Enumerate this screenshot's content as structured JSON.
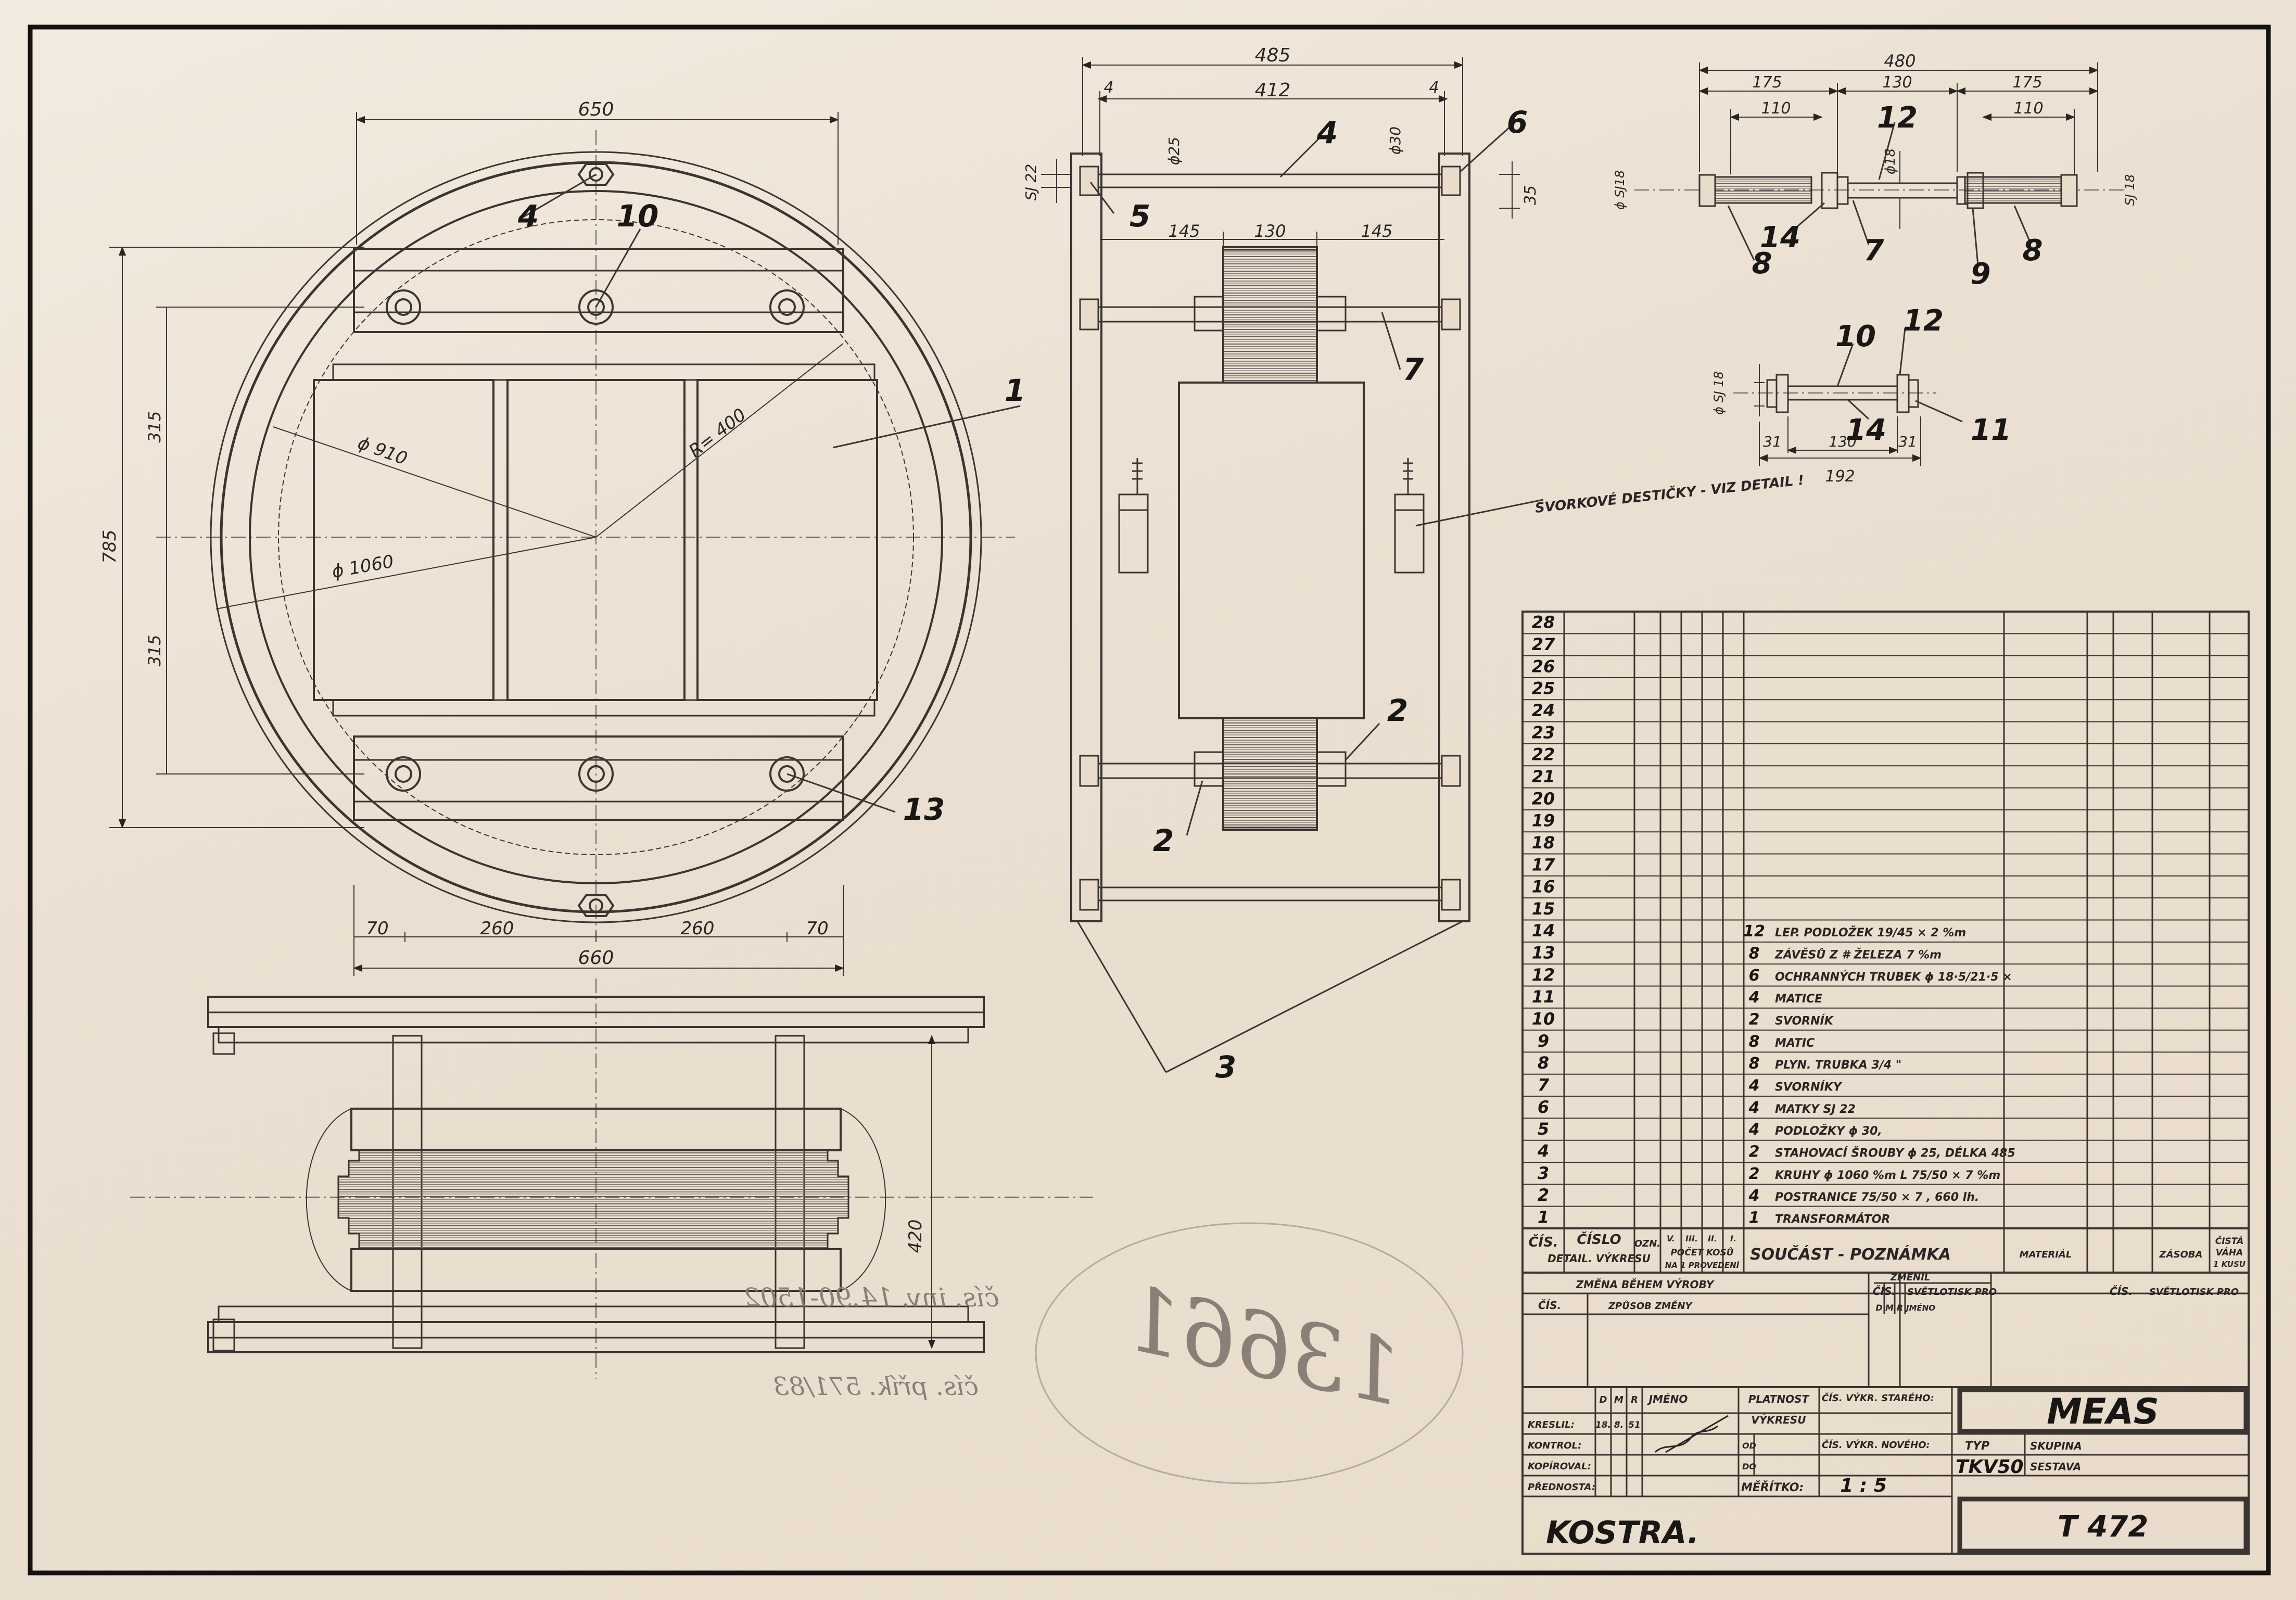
{
  "top_view": {
    "dims": {
      "d650": "650",
      "d660": "660",
      "d70a": "70",
      "d260a": "260",
      "d260b": "260",
      "d70b": "70",
      "d785": "785",
      "d315a": "315",
      "d315b": "315",
      "d910": "ϕ 910",
      "d1060": "ϕ 1060",
      "r400": "R= 400"
    },
    "callouts": {
      "c4": "4",
      "c10": "10",
      "c1": "1",
      "c13": "13"
    }
  },
  "side_view": {
    "dims": {
      "d485": "485",
      "d412": "412",
      "d4a": "4",
      "d4b": "4",
      "d25": "ϕ25",
      "d30": "ϕ30",
      "d35": "35",
      "dsj22": "SJ 22",
      "d145a": "145",
      "d130": "130",
      "d145b": "145"
    },
    "callouts": {
      "c4": "4",
      "c6": "6",
      "c5": "5",
      "c7": "7",
      "c2a": "2",
      "c2b": "2",
      "c3": "3"
    },
    "note": "SVORKOVÉ DESTIČKY - VIZ DETAIL !"
  },
  "detail_a": {
    "dims": {
      "d480": "480",
      "d175a": "175",
      "d130": "130",
      "d175b": "175",
      "d110a": "110",
      "d110b": "110",
      "d18": "ϕ18",
      "sj18a": "ϕ SJ18",
      "sj18b": "SJ 18"
    },
    "callouts": {
      "c12": "12",
      "c14": "14",
      "c8a": "8",
      "c7": "7",
      "c9": "9",
      "c8b": "8"
    }
  },
  "detail_b": {
    "dims": {
      "sj18": "ϕ SJ 18",
      "d31a": "31",
      "d130": "130",
      "d31b": "31",
      "d192": "192"
    },
    "callouts": {
      "c10": "10",
      "c12": "12",
      "c14": "14",
      "c11": "11"
    }
  },
  "front_view": {
    "d420": "420"
  },
  "pencil_notes": {
    "inv": "čís. inv. 14.90-1502",
    "prik": "čís. přík. 571/83",
    "stamp": "13661"
  },
  "bom": {
    "rows": [
      {
        "no": "28",
        "qty": "",
        "text": ""
      },
      {
        "no": "27",
        "qty": "",
        "text": ""
      },
      {
        "no": "26",
        "qty": "",
        "text": ""
      },
      {
        "no": "25",
        "qty": "",
        "text": ""
      },
      {
        "no": "24",
        "qty": "",
        "text": ""
      },
      {
        "no": "23",
        "qty": "",
        "text": ""
      },
      {
        "no": "22",
        "qty": "",
        "text": ""
      },
      {
        "no": "21",
        "qty": "",
        "text": ""
      },
      {
        "no": "20",
        "qty": "",
        "text": ""
      },
      {
        "no": "19",
        "qty": "",
        "text": ""
      },
      {
        "no": "18",
        "qty": "",
        "text": ""
      },
      {
        "no": "17",
        "qty": "",
        "text": ""
      },
      {
        "no": "16",
        "qty": "",
        "text": ""
      },
      {
        "no": "15",
        "qty": "",
        "text": ""
      },
      {
        "no": "14",
        "qty": "12",
        "text": "LEP. PODLOŽEK 19/45 × 2 %m"
      },
      {
        "no": "13",
        "qty": "8",
        "text": "ZÁVĚSŮ Z # ŽELEZA 7 %m"
      },
      {
        "no": "12",
        "qty": "6",
        "text": "OCHRANNÝCH TRUBEK ϕ 18·5/21·5 ×"
      },
      {
        "no": "11",
        "qty": "4",
        "text": "MATICE"
      },
      {
        "no": "10",
        "qty": "2",
        "text": "SVORNÍK"
      },
      {
        "no": "9",
        "qty": "8",
        "text": "MATIC"
      },
      {
        "no": "8",
        "qty": "8",
        "text": "PLYN. TRUBKA 3/4 \""
      },
      {
        "no": "7",
        "qty": "4",
        "text": "SVORNÍKY"
      },
      {
        "no": "6",
        "qty": "4",
        "text": "MATKY SJ 22"
      },
      {
        "no": "5",
        "qty": "4",
        "text": "PODLOŽKY ϕ 30,"
      },
      {
        "no": "4",
        "qty": "2",
        "text": "STAHOVACÍ ŠROUBY ϕ 25, DÉLKA 485"
      },
      {
        "no": "3",
        "qty": "2",
        "text": "KRUHY ϕ 1060 %m L 75/50 × 7 %m"
      },
      {
        "no": "2",
        "qty": "4",
        "text": "POSTRANICE 75/50 × 7 , 660 lh."
      },
      {
        "no": "1",
        "qty": "1",
        "text": "TRANSFORMÁTOR"
      }
    ],
    "header": {
      "cis": "ČÍS.",
      "cislo": "ČÍSLO",
      "detail": "DETAIL. VÝKRESU",
      "ozn": "OZN.",
      "roman1": "V.",
      "roman2": "III.",
      "roman3": "II.",
      "roman4": "I.",
      "pocet": "POČET KOSŮ",
      "na": "NA 1 PROVEDENÍ",
      "soucast": "SOUČÁST - POZNÁMKA",
      "material": "MATERIÁL",
      "zasoba": "ZÁSOBA",
      "cista": "ČISTÁ",
      "vaha": "VÁHA",
      "kus": "1 KUSU"
    }
  },
  "title_block": {
    "zmena": "ZMĚNA BĚHEM VÝROBY",
    "zmenil": "ZMĚNIL",
    "cis1": "ČÍS.",
    "svetlotisk1": "SVĚTLOTISK PRO",
    "cis2": "ČÍS.",
    "svetlotisk2": "SVĚTLOTISK PRO",
    "cisL": "ČÍS.",
    "zpusob": "ZPŮSOB ZMĚNY",
    "d": "D",
    "m": "M",
    "r": "R",
    "jmeno": "JMÉNO",
    "d2": "D",
    "m2": "M",
    "r2": "R",
    "jmeno2": "JMÉNO",
    "platnost": "PLATNOST",
    "vykresu": "VÝKRESU",
    "cis_stareho": "ČÍS. VÝKR. STARÉHO:",
    "cis_noveho": "ČÍS. VÝKR. NOVÉHO:",
    "kreslil": "KRESLIL:",
    "kreslil_d": "18.",
    "kreslil_m": "8.",
    "kreslil_r": "51",
    "kontrol": "KONTROL:",
    "kopiroval": "KOPÍROVAL:",
    "prednosta": "PŘEDNOSTA:",
    "od": "OD",
    "do": "DO",
    "meritko_label": "MĚŘÍTKO:",
    "meritko": "1 : 5",
    "company": "MEAS",
    "typ_label": "TYP",
    "skupina": "SKUPINA",
    "typ": "TKV50",
    "sestava": "SESTAVA",
    "title": "KOSTRA.",
    "drawing_no": "T 472"
  }
}
